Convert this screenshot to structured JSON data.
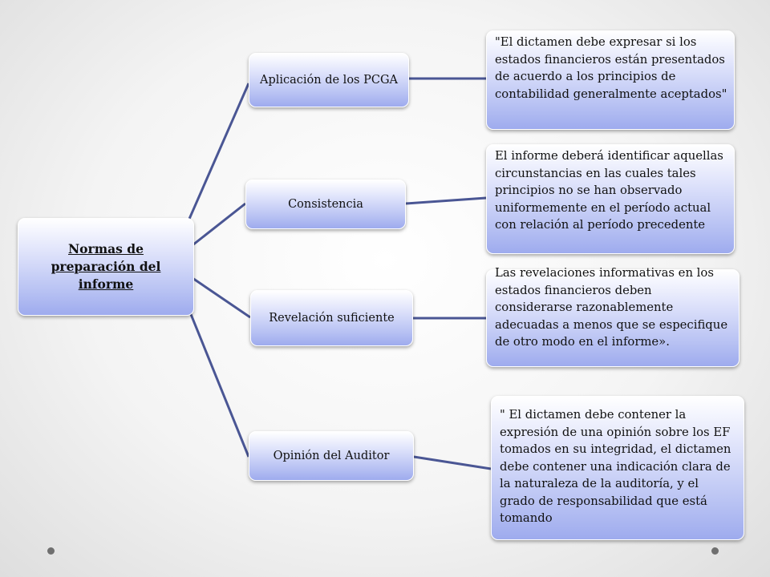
{
  "diagram": {
    "root": "Normas de preparación del informe",
    "branches": [
      {
        "label": "Aplicación de los PCGA",
        "detail": "\"El dictamen debe expresar si los estados financieros están presentados de acuerdo a los principios de contabilidad generalmente aceptados\""
      },
      {
        "label": "Consistencia",
        "detail": "El informe deberá identificar aquellas circunstancias en las cuales tales principios no se han observado uniformemente en el período actual con relación al período precedente"
      },
      {
        "label": "Revelación suficiente",
        "detail": "Las revelaciones informativas en los estados financieros deben considerarse razonablemente adecuadas a menos que se especifique de otro modo en el informe»."
      },
      {
        "label": "Opinión del Auditor",
        "detail": "\" El dictamen debe contener la expresión de una opinión sobre los EF tomados en su integridad, el dictamen debe contener una indicación clara de la naturaleza de la auditoría, y el grado de responsabilidad que está tomando"
      }
    ]
  },
  "colors": {
    "connector": "#4a5694",
    "box_fill": "#b8c2f3",
    "dot": "#6f6f6f"
  }
}
